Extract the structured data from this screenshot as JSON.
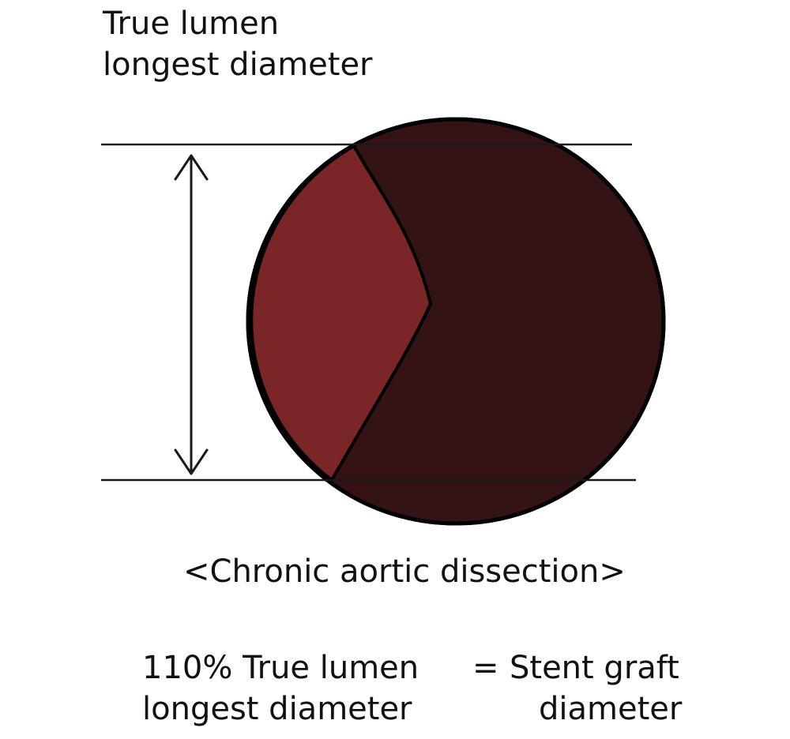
{
  "labels": {
    "top_line1": "True lumen",
    "top_line2": "longest diameter",
    "caption": "<Chronic aortic dissection>",
    "formula_left_line1": "110% True lumen",
    "formula_left_line2": "longest diameter",
    "formula_equals": "=",
    "formula_right_line1": "Stent graft",
    "formula_right_line2": "diameter"
  },
  "colors": {
    "true_lumen": "#7a2626",
    "false_lumen": "#331313",
    "outline": "#000000",
    "guide_lines": "#1a1a1a"
  }
}
